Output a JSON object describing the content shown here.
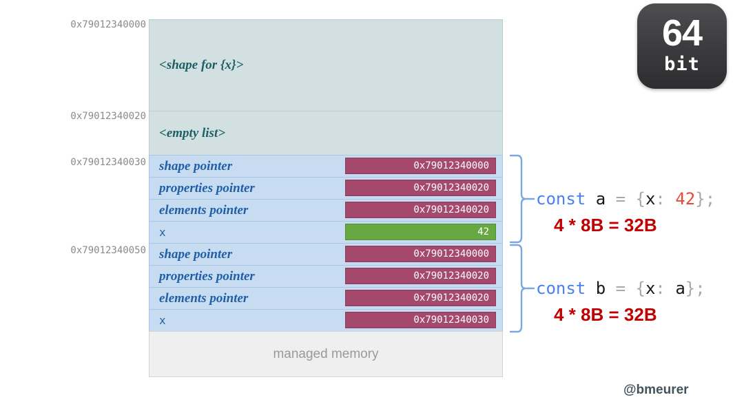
{
  "badge": {
    "number": "64",
    "unit": "bit"
  },
  "memory": {
    "blocks": [
      {
        "address": "0x79012340000",
        "label": "<shape for {x}>",
        "kind": "shape"
      },
      {
        "address": "0x79012340020",
        "label": "<empty list>",
        "kind": "empty"
      }
    ],
    "objects": [
      {
        "address": "0x79012340030",
        "rows": [
          {
            "label": "shape pointer",
            "value": "0x79012340000",
            "value_type": "pointer",
            "label_style": "italic"
          },
          {
            "label": "properties pointer",
            "value": "0x79012340020",
            "value_type": "pointer",
            "label_style": "italic"
          },
          {
            "label": "elements pointer",
            "value": "0x79012340020",
            "value_type": "pointer",
            "label_style": "italic"
          },
          {
            "label": "x",
            "value": "42",
            "value_type": "number",
            "label_style": "plain"
          }
        ]
      },
      {
        "address": "0x79012340050",
        "rows": [
          {
            "label": "shape pointer",
            "value": "0x79012340000",
            "value_type": "pointer",
            "label_style": "italic"
          },
          {
            "label": "properties pointer",
            "value": "0x79012340020",
            "value_type": "pointer",
            "label_style": "italic"
          },
          {
            "label": "elements pointer",
            "value": "0x79012340020",
            "value_type": "pointer",
            "label_style": "italic"
          },
          {
            "label": "x",
            "value": "0x79012340030",
            "value_type": "pointer",
            "label_style": "plain"
          }
        ]
      }
    ],
    "footer_label": "managed memory"
  },
  "annotations": [
    {
      "code_tokens": [
        {
          "text": "const",
          "type": "keyword"
        },
        {
          "text": " ",
          "type": "space"
        },
        {
          "text": "a",
          "type": "identifier"
        },
        {
          "text": " ",
          "type": "space"
        },
        {
          "text": "=",
          "type": "operator"
        },
        {
          "text": " ",
          "type": "space"
        },
        {
          "text": "{",
          "type": "punctuation"
        },
        {
          "text": "x",
          "type": "identifier"
        },
        {
          "text": ":",
          "type": "punctuation"
        },
        {
          "text": " ",
          "type": "space"
        },
        {
          "text": "42",
          "type": "number"
        },
        {
          "text": "}",
          "type": "punctuation"
        },
        {
          "text": ";",
          "type": "punctuation"
        }
      ],
      "code_text": "const a = {x: 42};",
      "size_text": "4 * 8B = 32B"
    },
    {
      "code_tokens": [
        {
          "text": "const",
          "type": "keyword"
        },
        {
          "text": " ",
          "type": "space"
        },
        {
          "text": "b",
          "type": "identifier"
        },
        {
          "text": " ",
          "type": "space"
        },
        {
          "text": "=",
          "type": "operator"
        },
        {
          "text": " ",
          "type": "space"
        },
        {
          "text": "{",
          "type": "punctuation"
        },
        {
          "text": "x",
          "type": "identifier"
        },
        {
          "text": ":",
          "type": "punctuation"
        },
        {
          "text": " ",
          "type": "space"
        },
        {
          "text": "a",
          "type": "identifier"
        },
        {
          "text": "}",
          "type": "punctuation"
        },
        {
          "text": ";",
          "type": "punctuation"
        }
      ],
      "code_text": "const b = {x: a};",
      "size_text": "4 * 8B = 32B"
    }
  ],
  "handle": "@bmeurer",
  "colors": {
    "shape_block_bg": "#d3e0e1",
    "object_row_bg": "#c7dcf0",
    "pointer_badge": "#a4496c",
    "number_badge": "#67a843",
    "footer_bg": "#efefef",
    "brace": "#7aa7dd",
    "size_text": "#c00000",
    "keyword": "#4a80f5",
    "number_token": "#e8493a",
    "badge_bg": "#3b3b3d"
  }
}
